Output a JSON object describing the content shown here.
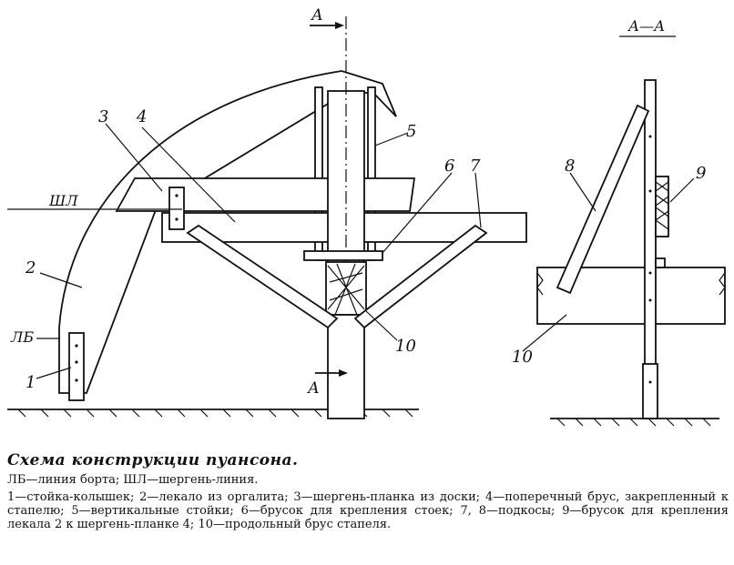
{
  "labels": {
    "section_top": "А",
    "section_bottom": "А",
    "section_view": "А—А",
    "n1": "1",
    "n2": "2",
    "n3": "3",
    "n4": "4",
    "n5": "5",
    "n6": "6",
    "n7": "7",
    "n8": "8",
    "n9": "9",
    "n10": "10",
    "n10b": "10",
    "lb": "ЛБ",
    "shl": "ШЛ"
  },
  "caption": {
    "title": "Схема конструкции пуансона.",
    "abbreviations": "ЛБ—линия борта; ШЛ—шергень-линия.",
    "legend": "1—стойка-колышек; 2—лекало из оргалита; 3—шергень-планка из доски; 4—поперечный брус, закрепленный к стапелю; 5—вертикальные стойки; 6—брусок для крепления стоек; 7, 8—подкосы; 9—брусок для крепления лекала 2 к шергень-планке 4; 10—продольный брус стапеля."
  }
}
